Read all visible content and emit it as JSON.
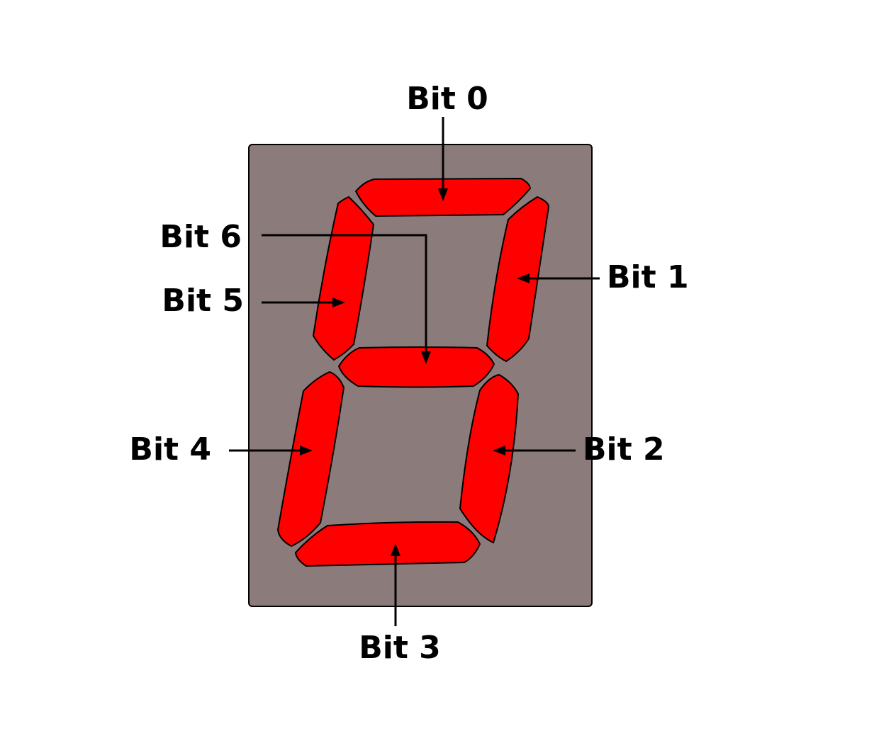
{
  "colors": {
    "background": "#ffffff",
    "display_body": "#8b7b7a",
    "segment_on": "#ff0000",
    "outline": "#000000"
  },
  "segments": [
    {
      "id": "seg-0",
      "label": "Bit 0"
    },
    {
      "id": "seg-1",
      "label": "Bit 1"
    },
    {
      "id": "seg-2",
      "label": "Bit 2"
    },
    {
      "id": "seg-3",
      "label": "Bit 3"
    },
    {
      "id": "seg-4",
      "label": "Bit 4"
    },
    {
      "id": "seg-5",
      "label": "Bit 5"
    },
    {
      "id": "seg-6",
      "label": "Bit 6"
    }
  ]
}
